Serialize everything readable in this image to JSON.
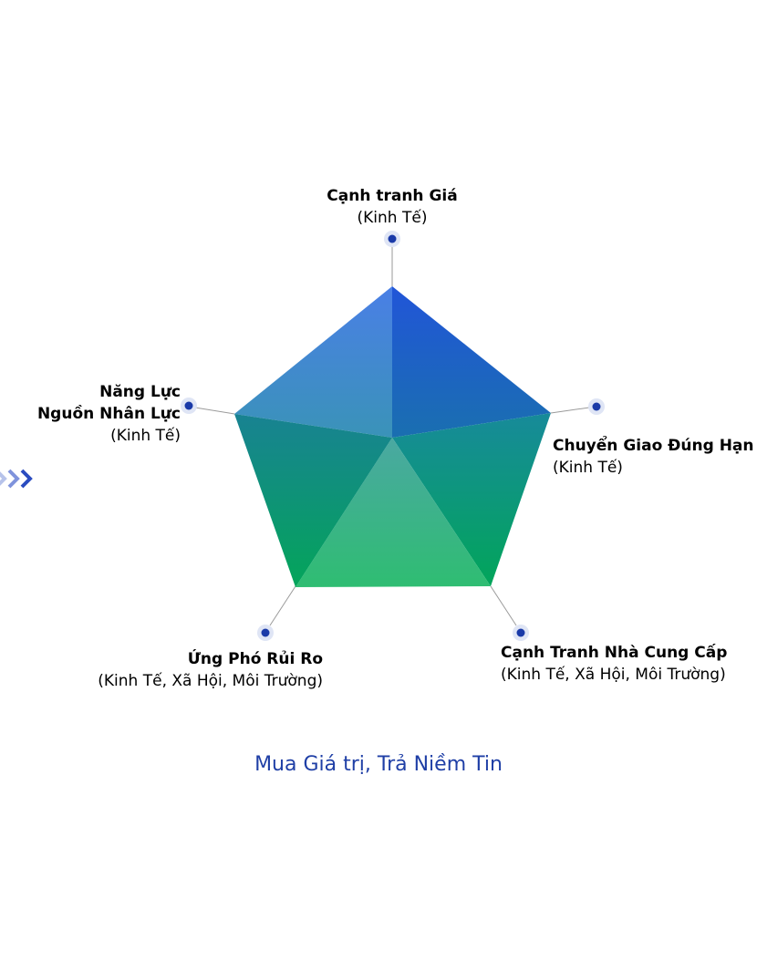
{
  "axes": [
    {
      "id": "price",
      "title": "Cạnh tranh Giá",
      "subtitle": "(Kinh Tế)"
    },
    {
      "id": "delivery",
      "title": "Chuyển Giao Đúng Hạn",
      "subtitle": "(Kinh Tế)"
    },
    {
      "id": "supplier",
      "title": "Cạnh Tranh Nhà Cung Cấp",
      "subtitle": "(Kinh Tế, Xã Hội, Môi Trường)"
    },
    {
      "id": "risk",
      "title": "Ứng Phó Rủi Ro",
      "subtitle": "(Kinh Tế, Xã Hội, Môi Trường)"
    },
    {
      "id": "hr",
      "title_line1": "Năng Lực",
      "title_line2": "Nguồn Nhân Lực",
      "subtitle": "(Kinh Tế)"
    }
  ],
  "caption": "Mua Giá trị, Trả Niềm Tin",
  "colors": {
    "blue_top": "#2a5fd9",
    "teal": "#138a8f",
    "green": "#04a55a",
    "light_green": "#3dbf7a",
    "dot": "#1a3aa8",
    "caption": "#1f3fa6",
    "arrow": "#2b4cc0"
  },
  "icons": [
    "chevron-right-icon",
    "chevron-right-icon",
    "chevron-right-icon"
  ]
}
